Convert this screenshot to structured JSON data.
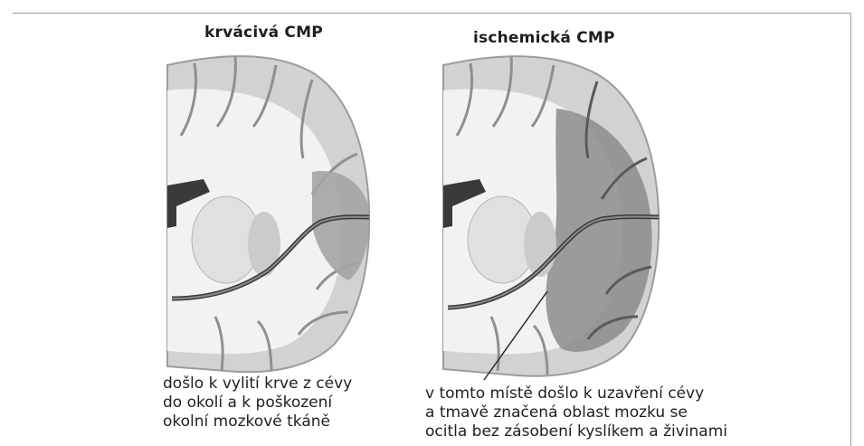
{
  "panels": [
    {
      "title": "krvácivá CMP",
      "caption_lines": [
        "došlo k vylití krve z cévy",
        "do okolí a k poškození",
        "okolní mozkové tkáně"
      ]
    },
    {
      "title": "ischemická CMP",
      "caption_lines": [
        "v tomto místě došlo k uzavření cévy",
        "a tmavě značená oblast mozku se",
        "ocitla bez zásobení kyslíkem a živinami"
      ]
    }
  ],
  "colors": {
    "frame": "#9a9a9a",
    "tissue_light": "#f4f4f4",
    "grey_matter": "#cfcfcf",
    "vessel": "#3a3a3a",
    "hemorrhage": "#9e9e9e",
    "ischemic_area": "#8c8c8c"
  }
}
